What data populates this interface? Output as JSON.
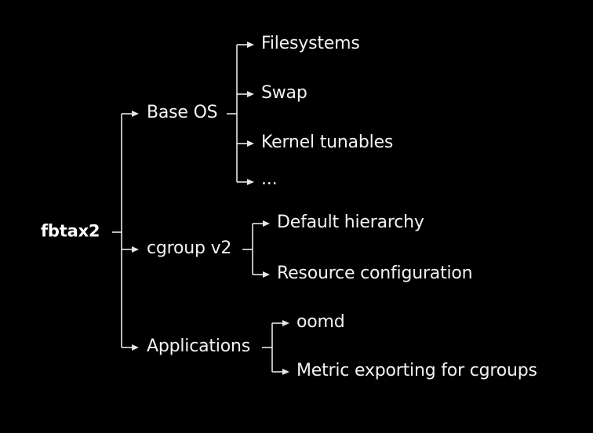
{
  "diagram": {
    "type": "tree",
    "root": {
      "label": "fbtax2",
      "children": [
        {
          "label": "Base OS",
          "children": [
            {
              "label": "Filesystems"
            },
            {
              "label": "Swap"
            },
            {
              "label": "Kernel tunables"
            },
            {
              "label": "..."
            }
          ]
        },
        {
          "label": "cgroup v2",
          "children": [
            {
              "label": "Default hierarchy"
            },
            {
              "label": "Resource configuration"
            }
          ]
        },
        {
          "label": "Applications",
          "children": [
            {
              "label": "oomd"
            },
            {
              "label": "Metric exporting for cgroups"
            }
          ]
        }
      ]
    },
    "colors": {
      "background": "#000000",
      "line": "#e6e6e6",
      "text": "#f2f2f2"
    }
  }
}
